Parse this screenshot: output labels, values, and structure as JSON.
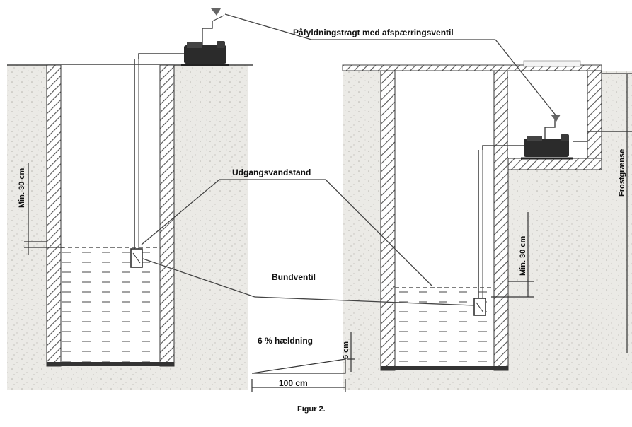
{
  "labels": {
    "fill_funnel": "Påfyldningstragt med afspærringsventil",
    "outlet_level": "Udgangsvandstand",
    "foot_valve": "Bundventil",
    "slope": "6 % hældning",
    "slope_height": "6 cm",
    "slope_length": "100 cm",
    "min_left": "Min. 30 cm",
    "min_right": "Min. 30 cm",
    "frost": "Frostgrænse",
    "caption": "Figur 2."
  },
  "colors": {
    "soil": "#e9e8e4",
    "water_dash": "#8a8a8a",
    "line": "#333333",
    "pump": "#2b2b2b"
  }
}
